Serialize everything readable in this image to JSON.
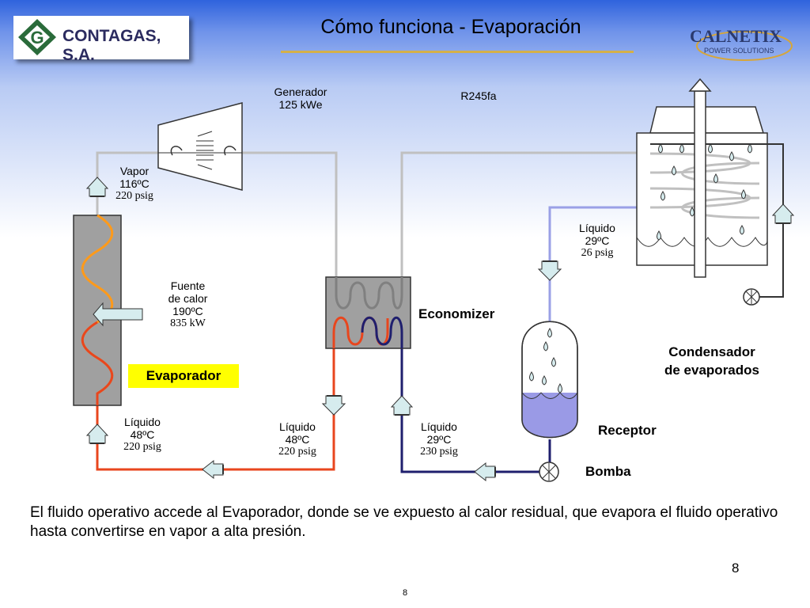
{
  "title": "Cómo funciona - Evaporación",
  "logos": {
    "left_text": "CONTAGAS, S.A.",
    "right_text": "CALNETIX",
    "right_subtext": "POWER SOLUTIONS"
  },
  "labels": {
    "generator_line1": "Generador",
    "generator_line2": "125 kWe",
    "fluid": "R245fa",
    "vapor_line1": "Vapor",
    "vapor_temp": "116ºC",
    "vapor_pressure": "220 psig",
    "heat_source_line1": "Fuente",
    "heat_source_line2": "de calor",
    "heat_source_temp": "190ºC",
    "heat_source_power": "835 kW",
    "evaporator": "Evaporador",
    "economizer": "Economizer",
    "liquid_cond_line1": "Líquido",
    "liquid_cond_temp": "29ºC",
    "liquid_cond_pressure": "26 psig",
    "condenser_line1": "Condensador",
    "condenser_line2": "de evaporados",
    "receiver": "Receptor",
    "pump": "Bomba",
    "liquid_evap_line1": "Líquido",
    "liquid_evap_temp": "48ºC",
    "liquid_evap_pressure": "220 psig",
    "liquid_econ_hot_line1": "Líquido",
    "liquid_econ_hot_temp": "48ºC",
    "liquid_econ_hot_pressure": "220 psig",
    "liquid_econ_cold_line1": "Líquido",
    "liquid_econ_cold_temp": "29ºC",
    "liquid_econ_cold_pressure": "230 psig"
  },
  "caption": "El fluido operativo accede al Evaporador, donde se ve expuesto al calor residual, que evapora el fluido operativo hasta convertirse en vapor a alta presión.",
  "page_number": "8",
  "footer_page_number": "8",
  "colors": {
    "vapor_line": "#c0c0c0",
    "hot_liquid_line": "#e8461e",
    "cold_liquid_line": "#1f1f6e",
    "condensate_line": "#9aa0e6",
    "coil_orange": "#ff9a1a",
    "evaporator_fill": "#a0a0a0",
    "arrow_fill": "#d6ecee",
    "receiver_liquid": "#9a9ae6",
    "evaporator_label_bg": "#ffff00"
  }
}
